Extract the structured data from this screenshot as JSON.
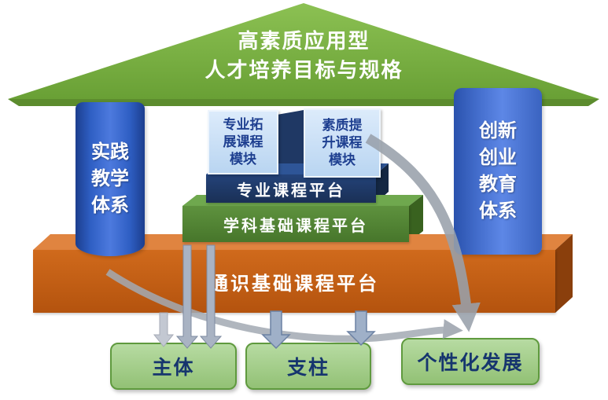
{
  "roof": {
    "line1": "高素质应用型",
    "line2": "人才培养目标与规格"
  },
  "pillars": {
    "left": "实践\n教学\n体系",
    "right": "创新\n创业\n教育\n体系"
  },
  "modules": {
    "left": "专业拓\n展课程\n模块",
    "right": "素质提\n升课程\n模块"
  },
  "platforms": {
    "professional": "专业课程平台",
    "discipline": "学科基础课程平台",
    "general": "通识基础课程平台"
  },
  "bottom": {
    "subject": "主体",
    "pillar": "支柱",
    "personal": "个性化发展"
  },
  "colors": {
    "roof_green": "#76ad3f",
    "pillar_blue": "#2f5fc4",
    "module_light_blue": "#c9e0f7",
    "platform_navy": "#1f3864",
    "platform_green": "#538135",
    "base_orange": "#c55a11",
    "bottom_box_green": "#a3cf8a",
    "text_blue": "#1f3f8f",
    "text_white": "#ffffff",
    "arrow_gray": "#99a1ab"
  }
}
